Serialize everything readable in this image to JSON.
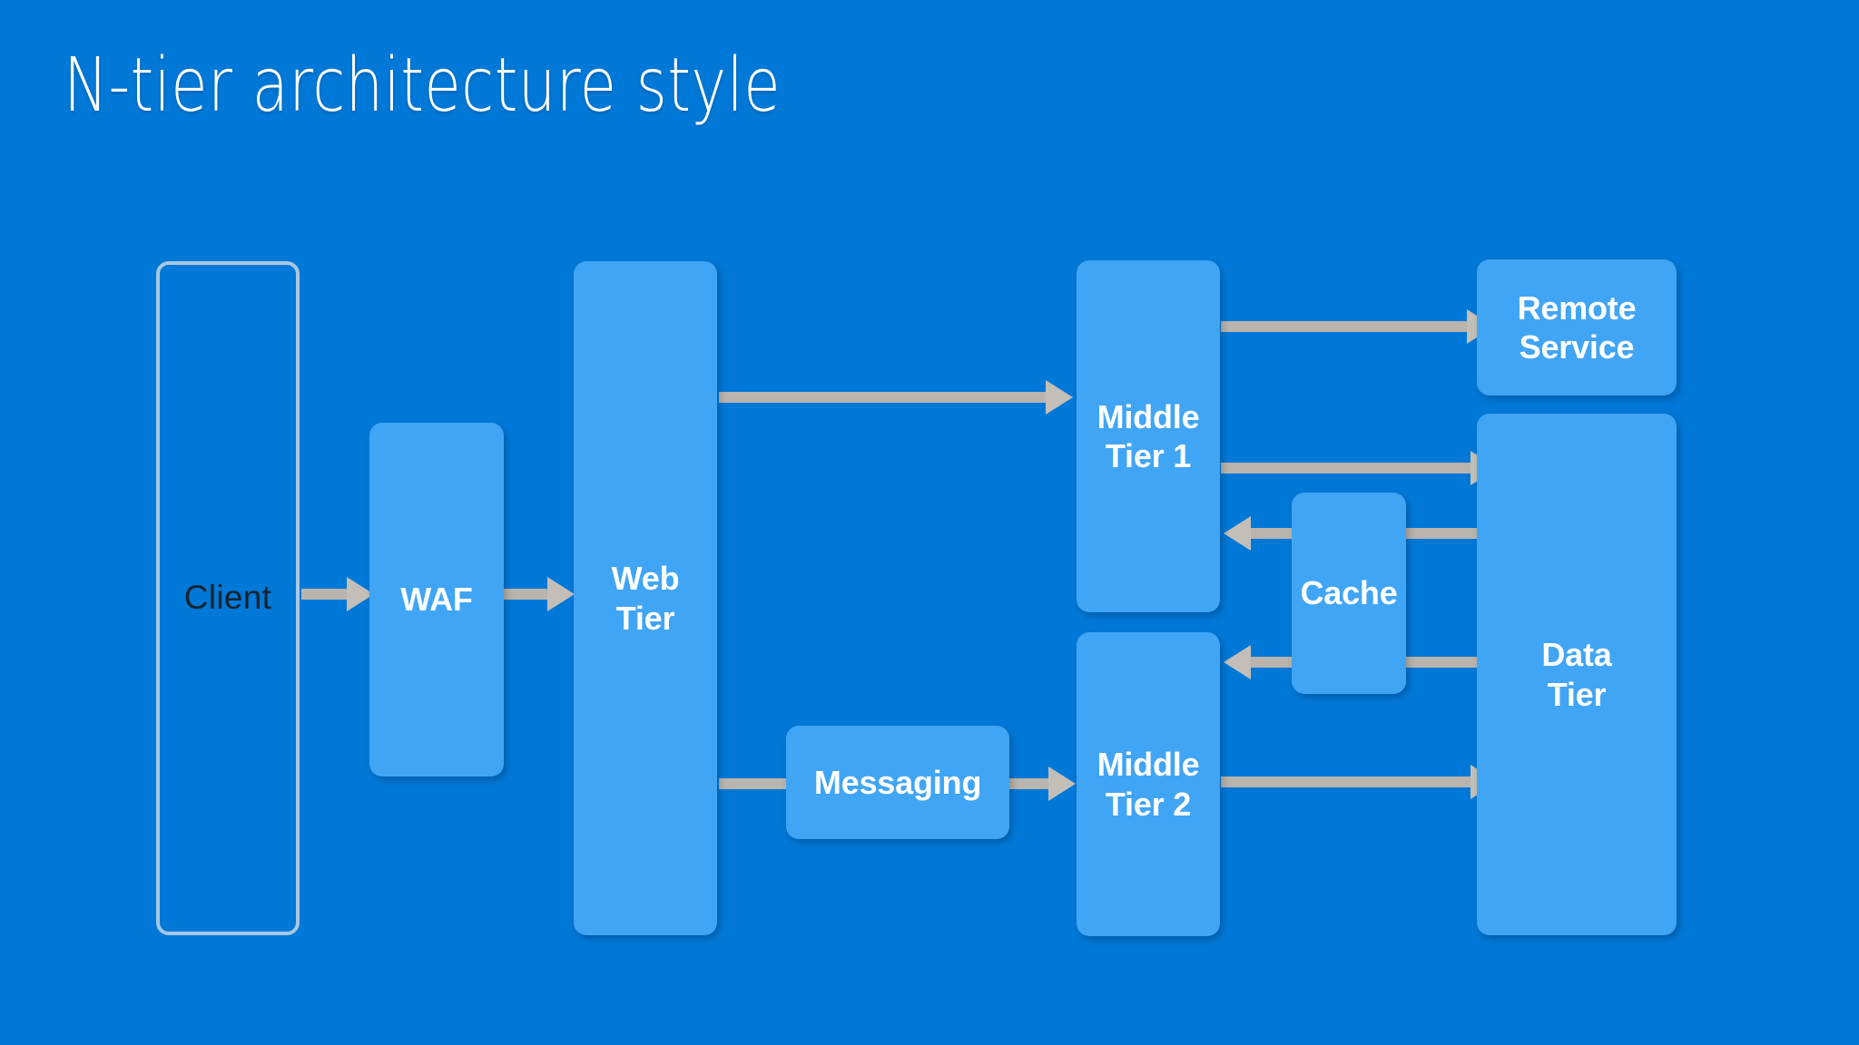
{
  "slide": {
    "title": "N-tier architecture style",
    "background_color": "#0078d7",
    "node_fill_color": "#41a5f5",
    "node_text_color": "#ffffff",
    "connector_color": "#b9b4ae",
    "outline_border_color": "#a8c8e3",
    "outline_text_color": "#14232e"
  },
  "nodes": {
    "client": {
      "label": "Client",
      "style": "outline"
    },
    "waf": {
      "label": "WAF",
      "style": "filled"
    },
    "web_tier": {
      "label": "Web\nTier",
      "style": "filled"
    },
    "messaging": {
      "label": "Messaging",
      "style": "filled"
    },
    "middle_tier_1": {
      "label": "Middle\nTier 1",
      "style": "filled"
    },
    "middle_tier_2": {
      "label": "Middle\nTier 2",
      "style": "filled"
    },
    "remote_service": {
      "label": "Remote\nService",
      "style": "filled"
    },
    "cache": {
      "label": "Cache",
      "style": "filled"
    },
    "data_tier": {
      "label": "Data\nTier",
      "style": "filled"
    }
  },
  "connectors": [
    {
      "id": "client-to-waf",
      "from": "client",
      "to": "waf",
      "arrowhead": "end"
    },
    {
      "id": "waf-to-web-tier",
      "from": "waf",
      "to": "web_tier",
      "arrowhead": "end"
    },
    {
      "id": "web-tier-to-middle-tier-1",
      "from": "web_tier",
      "to": "middle_tier_1",
      "arrowhead": "end"
    },
    {
      "id": "web-tier-to-messaging",
      "from": "web_tier",
      "to": "messaging",
      "arrowhead": "none"
    },
    {
      "id": "messaging-to-middle-tier-2",
      "from": "messaging",
      "to": "middle_tier_2",
      "arrowhead": "end"
    },
    {
      "id": "middle-tier-1-to-remote-service",
      "from": "middle_tier_1",
      "to": "remote_service",
      "arrowhead": "end"
    },
    {
      "id": "middle-tier-1-to-data-tier",
      "from": "middle_tier_1",
      "to": "data_tier",
      "arrowhead": "end"
    },
    {
      "id": "data-tier-to-middle-tier-1",
      "from": "data_tier",
      "to": "middle_tier_1",
      "arrowhead": "end"
    },
    {
      "id": "data-tier-to-middle-tier-2",
      "from": "data_tier",
      "to": "middle_tier_2",
      "arrowhead": "end"
    },
    {
      "id": "middle-tier-2-to-data-tier",
      "from": "middle_tier_2",
      "to": "data_tier",
      "arrowhead": "end"
    }
  ]
}
